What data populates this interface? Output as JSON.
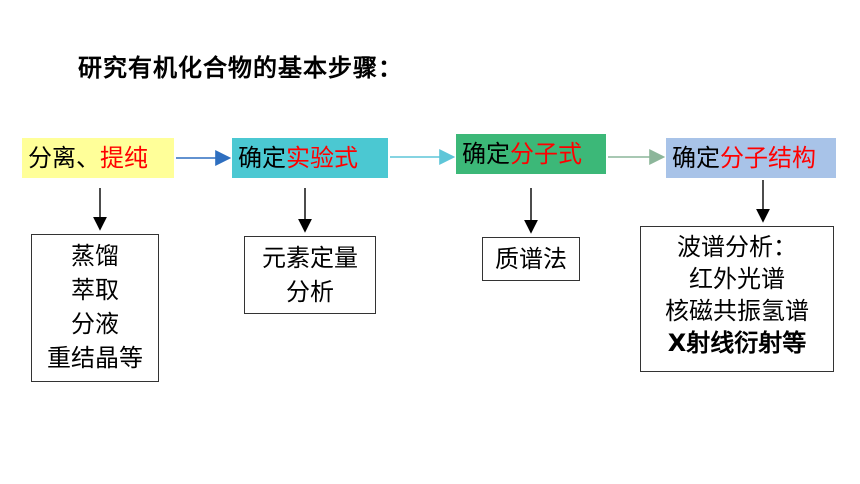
{
  "title": "研究有机化合物的基本步骤：",
  "steps": [
    {
      "prefix": "分离、",
      "highlight": "提纯"
    },
    {
      "prefix": "确定",
      "highlight": "实验式"
    },
    {
      "prefix": "确定",
      "highlight": "分子式"
    },
    {
      "prefix": "确定",
      "highlight": "分子结构"
    }
  ],
  "methods": [
    {
      "lines": [
        "蒸馏",
        "萃取",
        "分液",
        "重结晶等"
      ]
    },
    {
      "lines": [
        "元素定量",
        "分析"
      ]
    },
    {
      "lines": [
        "质谱法"
      ]
    },
    {
      "lines": [
        "波谱分析：",
        "红外光谱",
        "核磁共振氢谱",
        "X射线衍射等"
      ]
    }
  ],
  "colors": {
    "step1_bg": "#ffff99",
    "step2_bg": "#4bc8d2",
    "step3_bg": "#3cb878",
    "step4_bg": "#a8c3e8",
    "highlight_text": "#ff0000"
  }
}
